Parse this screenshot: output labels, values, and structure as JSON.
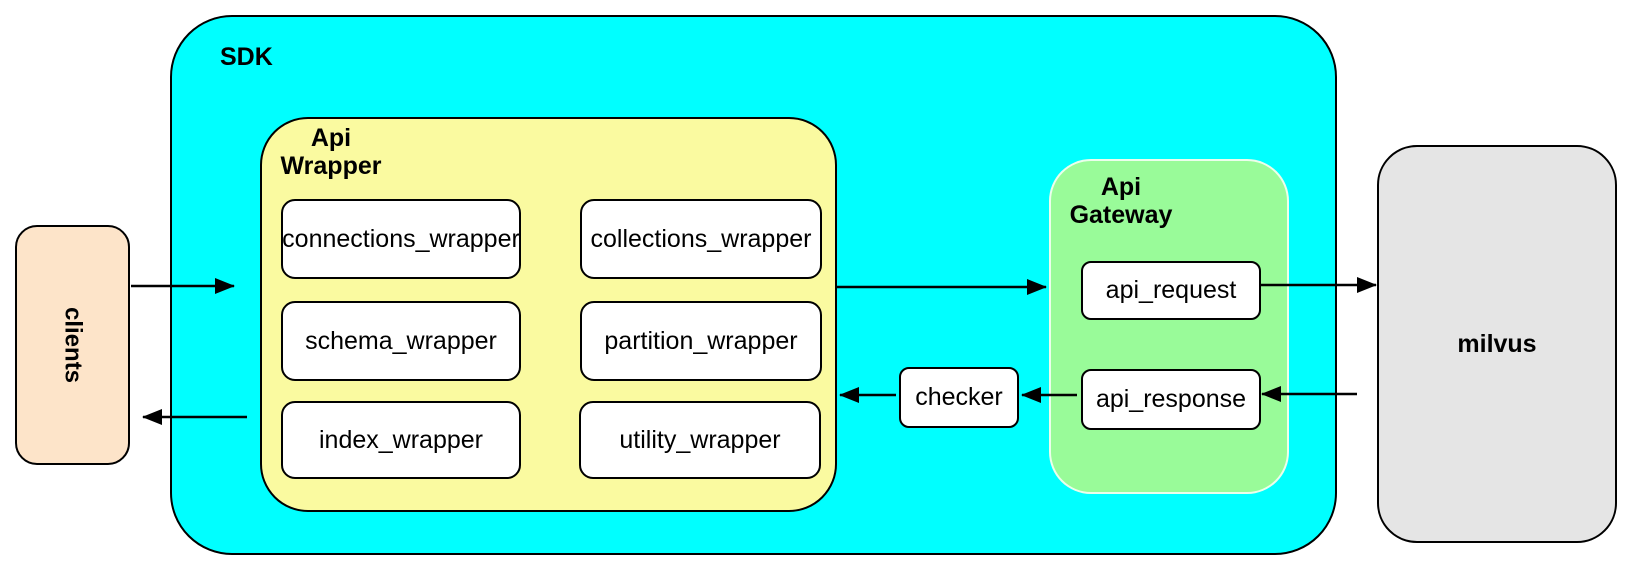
{
  "sdk": {
    "label": "SDK"
  },
  "clients": {
    "label": "clients"
  },
  "milvus": {
    "label": "milvus"
  },
  "checker": {
    "label": "checker"
  },
  "api_wrapper": {
    "title": [
      "Api",
      "Wrapper"
    ],
    "modules": [
      "connections_wrapper",
      "collections_wrapper",
      "schema_wrapper",
      "partition_wrapper",
      "index_wrapper",
      "utility_wrapper"
    ]
  },
  "api_gateway": {
    "title": [
      "Api",
      "Gateway"
    ],
    "modules": [
      "api_request",
      "api_response"
    ]
  },
  "connections": [
    {
      "from": "clients",
      "to": "api_wrapper",
      "direction": "right"
    },
    {
      "from": "api_wrapper",
      "to": "api_gateway",
      "direction": "right"
    },
    {
      "from": "api_request",
      "to": "milvus",
      "direction": "right"
    },
    {
      "from": "milvus",
      "to": "api_response",
      "direction": "left"
    },
    {
      "from": "api_response",
      "to": "checker",
      "direction": "left"
    },
    {
      "from": "checker",
      "to": "api_wrapper",
      "direction": "left"
    },
    {
      "from": "api_wrapper",
      "to": "clients",
      "direction": "left"
    }
  ],
  "colors": {
    "sdk_fill": "#00FFFF",
    "api_wrapper_fill": "#FAFAA0",
    "api_gateway_fill": "#99FB99",
    "clients_fill": "#FDE4C9",
    "milvus_fill": "#E5E5E5",
    "node_fill": "#FFFFFF",
    "stroke": "#000000"
  }
}
